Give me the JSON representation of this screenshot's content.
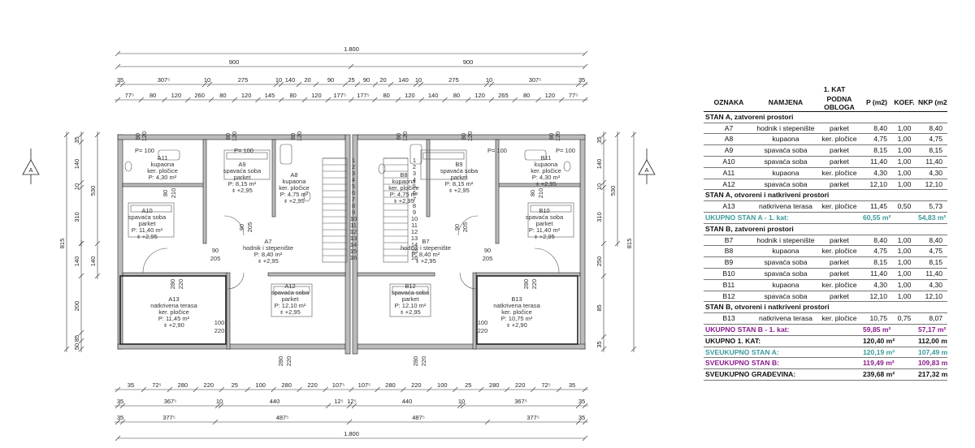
{
  "dims_top": {
    "total": "1.800",
    "half_left": "900",
    "half_right": "900",
    "row1": [
      "35",
      "307⁵",
      "10",
      "275",
      "10",
      "140",
      "20",
      "90",
      "25",
      "90",
      "20",
      "140",
      "10",
      "275",
      "10",
      "307⁵",
      "35"
    ],
    "row2": [
      "77⁵",
      "80",
      "120",
      "260",
      "80",
      "120",
      "145",
      "80",
      "120",
      "177⁵",
      "177⁵",
      "80",
      "120",
      "140",
      "80",
      "120",
      "265",
      "80",
      "120",
      "77⁵"
    ]
  },
  "dims_bottom": {
    "row1": [
      "35",
      "72⁵",
      "280",
      "220",
      "25",
      "100",
      "280",
      "220",
      "107⁵",
      "107⁵",
      "280",
      "220",
      "100",
      "25",
      "280",
      "220",
      "72⁵",
      "35"
    ],
    "row2": [
      "35",
      "367⁵",
      "10",
      "440",
      "12⁵",
      "12⁵",
      "440",
      "10",
      "367⁵",
      "35"
    ],
    "row3": [
      "35",
      "377⁵",
      "487⁵",
      "487⁵",
      "377⁵",
      "35"
    ],
    "total": "1.800"
  },
  "dims_left": [
    "35",
    "140",
    "10",
    "530",
    "310",
    "530",
    "815",
    "140",
    "200",
    "200",
    "60",
    "85",
    "85",
    "50",
    "35"
  ],
  "dims_right": [
    "35",
    "140",
    "10",
    "530",
    "310",
    "530",
    "815",
    "250",
    "85",
    "35"
  ],
  "section_mark": "A",
  "rooms": [
    {
      "code": "A11",
      "lines": [
        "kupaona",
        "ker. pločice",
        "P: 4,30 m²"
      ]
    },
    {
      "code": "A9",
      "lines": [
        "spavaća soba",
        "parket",
        "P: 8,15 m²",
        "⌽ +2,95"
      ]
    },
    {
      "code": "A8",
      "lines": [
        "kupaona",
        "ker. pločice",
        "P: 4,75 m²",
        "⌽ +2,95"
      ]
    },
    {
      "code": "A10",
      "lines": [
        "spavaća soba",
        "parket",
        "P: 11,40 m²",
        "⌽ +2,95"
      ]
    },
    {
      "code": "A7",
      "lines": [
        "hodnik i stepenište",
        "P: 8,40 m²",
        "⌽ +2,95"
      ]
    },
    {
      "code": "A12",
      "lines": [
        "spavaća soba",
        "parket",
        "P: 12,10 m²",
        "⌽ +2,95"
      ]
    },
    {
      "code": "A13",
      "lines": [
        "natkrivena terasa",
        "ker. pločice",
        "P: 11,45 m²",
        "⌽ +2,90"
      ]
    },
    {
      "code": "B8",
      "lines": [
        "kupaona",
        "ker. pločice",
        "P: 4,75 m²",
        "⌽ +2,95"
      ]
    },
    {
      "code": "B9",
      "lines": [
        "spavaća soba",
        "parket",
        "P: 8,15 m²",
        "⌽ +2,95"
      ]
    },
    {
      "code": "B11",
      "lines": [
        "kupaona",
        "ker. pločice",
        "P: 4,30 m²",
        "⌽ +2,95"
      ]
    },
    {
      "code": "B10",
      "lines": [
        "spavaća soba",
        "parket",
        "P: 11,40 m²",
        "⌽ +2,95"
      ]
    },
    {
      "code": "B7",
      "lines": [
        "hodnik i stepenište",
        "P: 8,40 m²",
        "⌽ +2,95"
      ]
    },
    {
      "code": "B12",
      "lines": [
        "spavaća soba",
        "parket",
        "P: 12,10 m²",
        "⌽ +2,95"
      ]
    },
    {
      "code": "B13",
      "lines": [
        "natkrivena terasa",
        "ker. pločice",
        "P: 10,75 m²",
        "⌽ +2,90"
      ]
    }
  ],
  "plan_small": {
    "p100": "P= 100",
    "d80": "80",
    "d120": "120",
    "d90": "90",
    "d205": "205",
    "d280": "280",
    "d220": "220",
    "d100": "100",
    "d210": "210",
    "steps": [
      "1",
      "2",
      "3",
      "4",
      "5",
      "6",
      "7",
      "8",
      "9",
      "10",
      "11",
      "12",
      "13",
      "14",
      "15",
      "16"
    ]
  },
  "table": {
    "title": "1. KAT",
    "headers": [
      "OZNAKA",
      "NAMJENA",
      "PODNA OBLOGA",
      "P (m2)",
      "KOEF.",
      "NKP (m2)"
    ],
    "rows": [
      {
        "t": "sec",
        "label": "STAN A, zatvoreni prostori"
      },
      {
        "t": "r",
        "v": [
          "A7",
          "hodnik i stepenište",
          "parket",
          "8,40",
          "1,00",
          "8,40"
        ]
      },
      {
        "t": "r",
        "v": [
          "A8",
          "kupaona",
          "ker. pločice",
          "4,75",
          "1,00",
          "4,75"
        ]
      },
      {
        "t": "r",
        "v": [
          "A9",
          "spavaća soba",
          "parket",
          "8,15",
          "1,00",
          "8,15"
        ]
      },
      {
        "t": "r",
        "v": [
          "A10",
          "spavaća soba",
          "parket",
          "11,40",
          "1,00",
          "11,40"
        ]
      },
      {
        "t": "r",
        "v": [
          "A11",
          "kupaona",
          "ker. pločice",
          "4,30",
          "1,00",
          "4,30"
        ]
      },
      {
        "t": "r",
        "v": [
          "A12",
          "spavaća soba",
          "parket",
          "12,10",
          "1,00",
          "12,10"
        ]
      },
      {
        "t": "sec",
        "label": "STAN A, otvoreni i natkriveni prostori"
      },
      {
        "t": "r",
        "v": [
          "A13",
          "natkrivena terasa",
          "ker. pločice",
          "11,45",
          "0,50",
          "5,73"
        ]
      },
      {
        "t": "sub",
        "cls": "teal",
        "label": "UKUPNO STAN A - 1. kat:",
        "p": "60,55 m²",
        "nkp": "54,83 m²"
      },
      {
        "t": "sec",
        "label": "STAN B, zatvoreni prostori"
      },
      {
        "t": "r",
        "v": [
          "B7",
          "hodnik i stepenište",
          "parket",
          "8,40",
          "1,00",
          "8,40"
        ]
      },
      {
        "t": "r",
        "v": [
          "B8",
          "kupaona",
          "ker. pločice",
          "4,75",
          "1,00",
          "4,75"
        ]
      },
      {
        "t": "r",
        "v": [
          "B9",
          "spavaća soba",
          "parket",
          "8,15",
          "1,00",
          "8,15"
        ]
      },
      {
        "t": "r",
        "v": [
          "B10",
          "spavaća soba",
          "parket",
          "11,40",
          "1,00",
          "11,40"
        ]
      },
      {
        "t": "r",
        "v": [
          "B11",
          "kupaona",
          "ker. pločice",
          "4,30",
          "1,00",
          "4,30"
        ]
      },
      {
        "t": "r",
        "v": [
          "B12",
          "spavaća soba",
          "parket",
          "12,10",
          "1,00",
          "12,10"
        ]
      },
      {
        "t": "sec",
        "label": "STAN B, otvoreni i natkriveni prostori"
      },
      {
        "t": "r",
        "v": [
          "B13",
          "natkrivena terasa",
          "ker. pločice",
          "10,75",
          "0,75",
          "8,07"
        ]
      },
      {
        "t": "sub",
        "cls": "purp",
        "label": "UKUPNO STAN B - 1. kat:",
        "p": "59,85 m²",
        "nkp": "57,17 m²"
      },
      {
        "t": "sub",
        "cls": "",
        "label": "UKUPNO 1. KAT:",
        "p": "120,40 m²",
        "nkp": "112,00 m²"
      },
      {
        "t": "sub",
        "cls": "teal",
        "label": "SVEUKUPNO STAN A:",
        "p": "120,19 m²",
        "nkp": "107,49 m²"
      },
      {
        "t": "sub",
        "cls": "purp",
        "label": "SVEUKUPNO STAN B:",
        "p": "119,49 m²",
        "nkp": "109,83 m²"
      },
      {
        "t": "sub",
        "cls": "",
        "label": "SVEUKUPNO GRAĐEVINA:",
        "p": "239,68 m²",
        "nkp": "217,32 m²"
      }
    ]
  }
}
